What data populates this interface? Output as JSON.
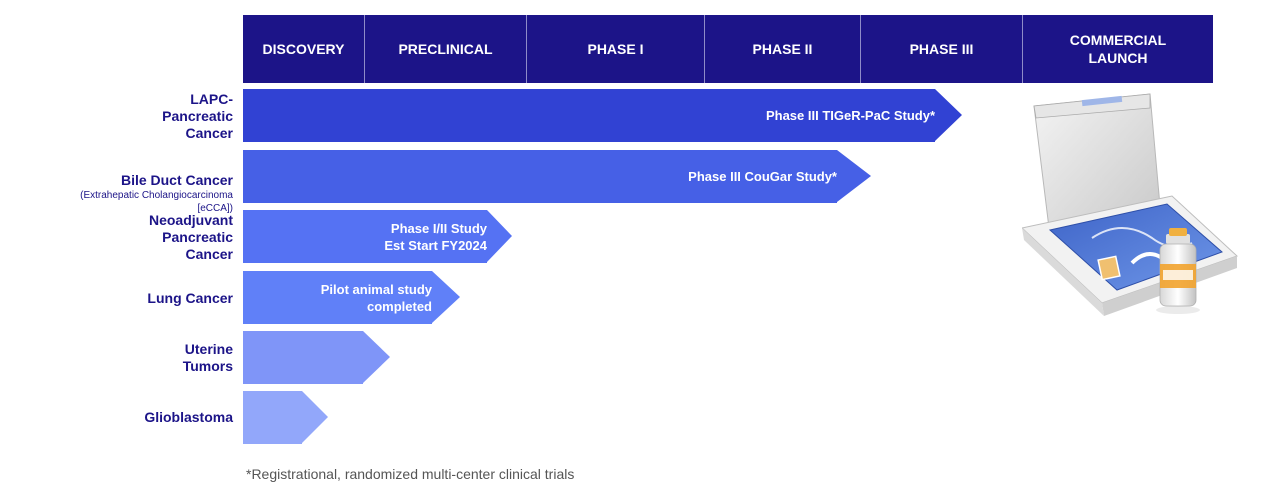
{
  "header": {
    "phases": [
      "DISCOVERY",
      "PRECLINICAL",
      "PHASE I",
      "PHASE II",
      "PHASE III",
      "COMMERCIAL\nLAUNCH"
    ]
  },
  "rows": [
    {
      "label": "LAPC-\nPancreatic\nCancer",
      "sublabel": "",
      "bar_text": "Phase III TIGeR-PaC Study*",
      "color": "#3142d3"
    },
    {
      "label": "Bile Duct Cancer",
      "sublabel": "(Extrahepatic Cholangiocarcinoma\n[eCCA])",
      "bar_text": "Phase III CouGar Study*",
      "color": "#4660e6"
    },
    {
      "label": "Neoadjuvant\nPancreatic\nCancer",
      "sublabel": "",
      "bar_text": "Phase I/II Study\nEst Start FY2024",
      "color": "#5572f3"
    },
    {
      "label": "Lung Cancer",
      "sublabel": "",
      "bar_text": "Pilot animal study\ncompleted",
      "color": "#6080f8"
    },
    {
      "label": "Uterine\nTumors",
      "sublabel": "",
      "bar_text": "",
      "color": "#7f95f8"
    },
    {
      "label": "Glioblastoma",
      "sublabel": "",
      "bar_text": "",
      "color": "#92a7fa"
    }
  ],
  "footnote": "*Registrational, randomized multi-center clinical trials",
  "colors": {
    "header_bg": "#1c1488",
    "label_text": "#1c1488"
  }
}
